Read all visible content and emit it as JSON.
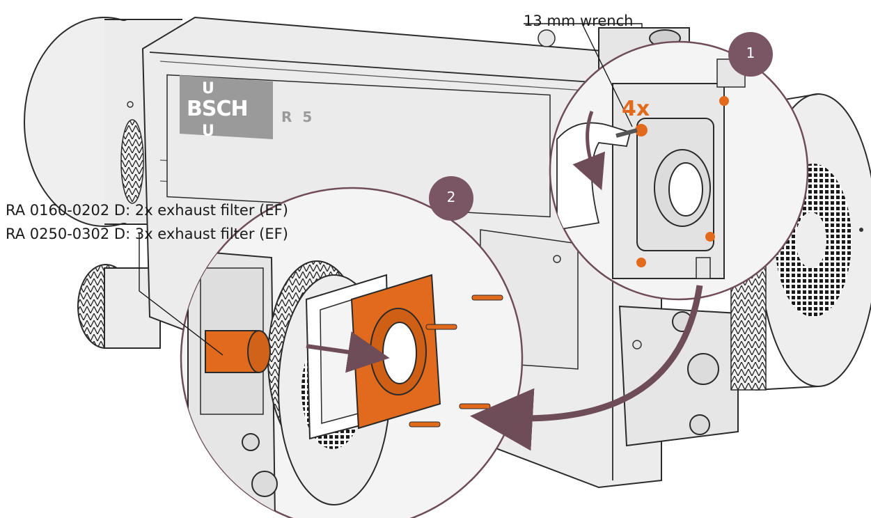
{
  "labels": {
    "wrench": "13 mm wrench",
    "filter_line_1": "RA 0160-0202 D: 2x exhaust filter (EF)",
    "filter_line_2": "RA 0250-0302 D: 3x exhaust filter (EF)",
    "quantity_marker": "4x"
  },
  "steps": {
    "step_1": "1",
    "step_2": "2"
  },
  "branding": {
    "logo_letters": "BSCH",
    "logo_u": "U",
    "model": "R 5"
  },
  "colors": {
    "accent_orange": "#e26a1c",
    "step_badge": "#7a5563",
    "arrow": "#6e4c58",
    "pump_body": "#ececec",
    "outline": "#2a2a2a"
  }
}
